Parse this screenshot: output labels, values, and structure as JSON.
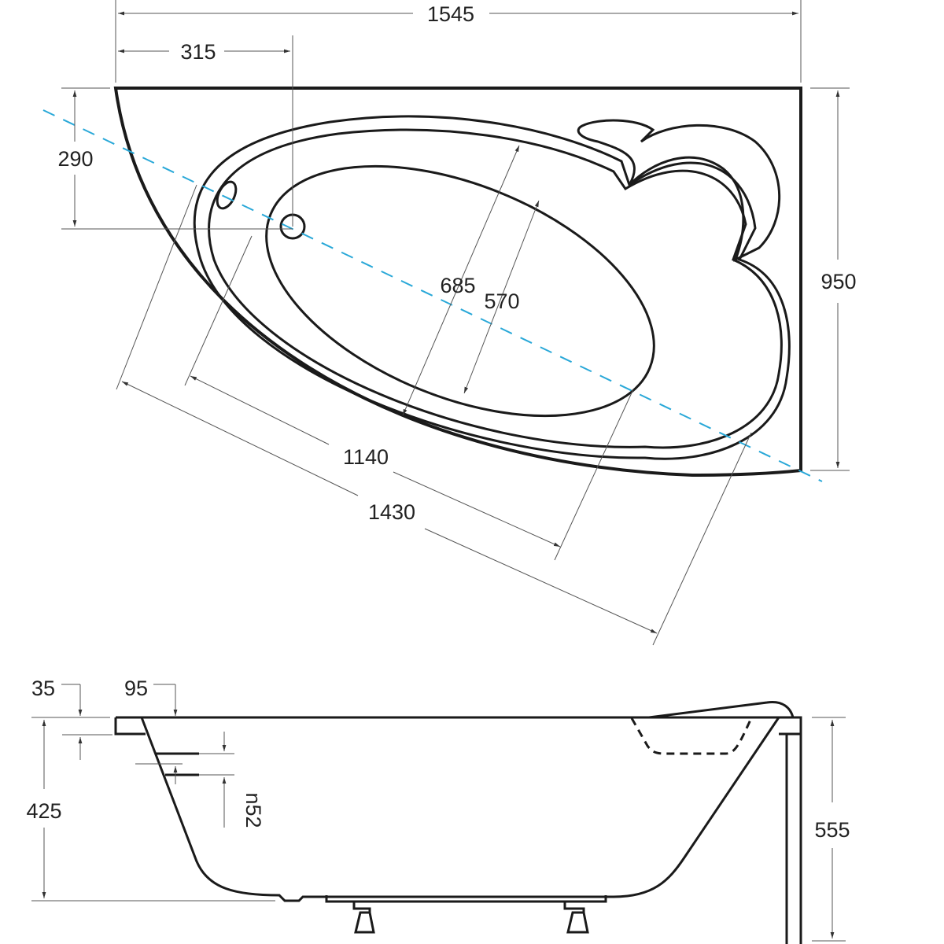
{
  "colors": {
    "outline": "#1a1a1a",
    "dimension": "#555555",
    "axis": "#29a8d8"
  },
  "top_view": {
    "width_total": "1545",
    "drain_offset_x": "315",
    "drain_offset_y": "290",
    "depth_total": "950",
    "rim_width": "685",
    "bowl_width": "570",
    "bowl_length": "1140",
    "rim_length": "1430"
  },
  "side_view": {
    "rim_thickness": "35",
    "rim_overhang": "95",
    "inner_depth": "425",
    "overflow_height": "n52",
    "total_height": "555"
  }
}
